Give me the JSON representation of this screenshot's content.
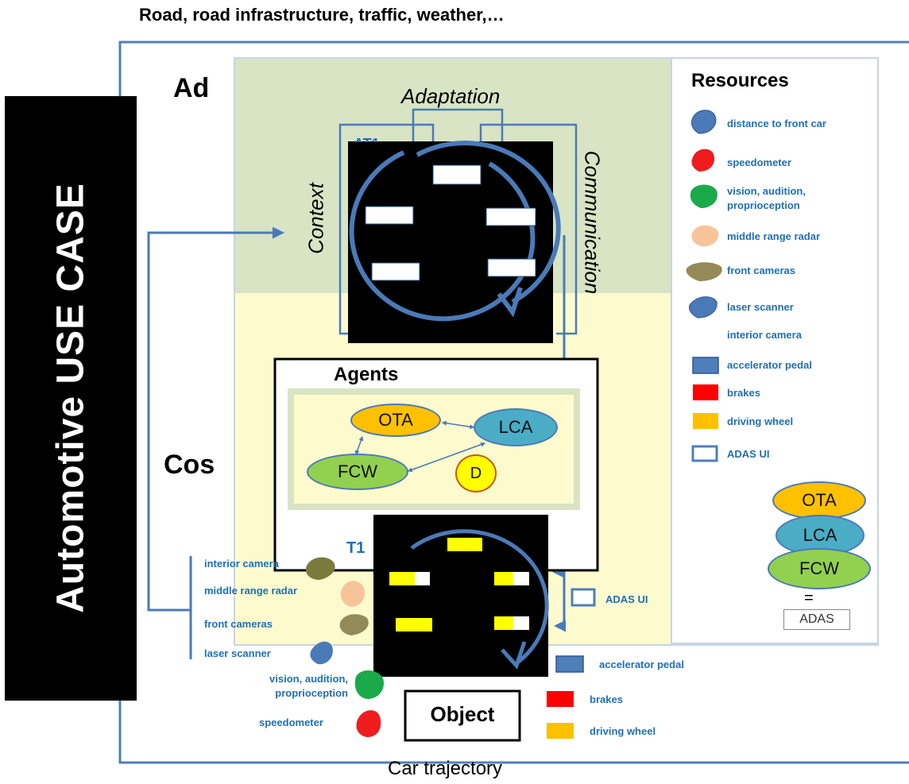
{
  "header": {
    "title": "Road, road infrastructure, traffic, weather,…"
  },
  "side_banner": {
    "text": "Automotive USE CASE"
  },
  "regions": {
    "ad_label": "Ad",
    "cos_label": "Cos",
    "adaptation": "Adaptation",
    "context": "Context",
    "communication": "Communication",
    "at1_label": "AT1",
    "t1_label": "T1",
    "agents_title": "Agents",
    "object_label": "Object",
    "bottom_label": "Car trajectory"
  },
  "agents": {
    "ota": "OTA",
    "lca": "LCA",
    "fcw": "FCW",
    "d": "D"
  },
  "resources": {
    "title": "Resources",
    "items": [
      {
        "label": "distance to front car",
        "icon": "blob-icon",
        "color": "#4a7ab8"
      },
      {
        "label": "speedometer",
        "icon": "blob-icon",
        "color": "#ee1c1c"
      },
      {
        "label": "vision, audition, proprioception",
        "icon": "blob-icon",
        "color": "#1aaa4a"
      },
      {
        "label": "middle range radar",
        "icon": "blob-icon",
        "color": "#f7c49a"
      },
      {
        "label": "front cameras",
        "icon": "blob-icon",
        "color": "#948a58"
      },
      {
        "label": "laser scanner",
        "icon": "blob-icon",
        "color": "#4a7ab8"
      },
      {
        "label": "interior camera",
        "icon": "none",
        "color": ""
      },
      {
        "label": "accelerator pedal",
        "icon": "rect-icon",
        "color": "#4f7fb8"
      },
      {
        "label": "brakes",
        "icon": "rect-icon",
        "color": "#ff0000"
      },
      {
        "label": "driving wheel",
        "icon": "rect-icon",
        "color": "#ffc000"
      },
      {
        "label": "ADAS UI",
        "icon": "outline-rect-icon",
        "color": "#4f7fb8"
      }
    ]
  },
  "adas_stack": {
    "ota": "OTA",
    "lca": "LCA",
    "fcw": "FCW",
    "equals": "=",
    "adas": "ADAS"
  },
  "left_sensors": {
    "interior_camera": "interior camera",
    "middle_range_radar": "middle range radar",
    "front_cameras": "front cameras",
    "laser_scanner": "laser scanner",
    "vision": "vision, audition, proprioception",
    "speedometer": "speedometer"
  },
  "actuators": {
    "adas_ui": "ADAS UI",
    "accelerator_pedal": "accelerator pedal",
    "brakes": "brakes",
    "driving_wheel": "driving wheel"
  },
  "colors": {
    "blue_line": "#4a7ab8",
    "green_zone": "#d8e4c3",
    "yellow_zone": "#fdfbcd",
    "label_blue": "#1f6fb5",
    "ota": "#ffc000",
    "lca": "#4bacc6",
    "fcw": "#92d050",
    "d_fill": "#ffff00"
  }
}
